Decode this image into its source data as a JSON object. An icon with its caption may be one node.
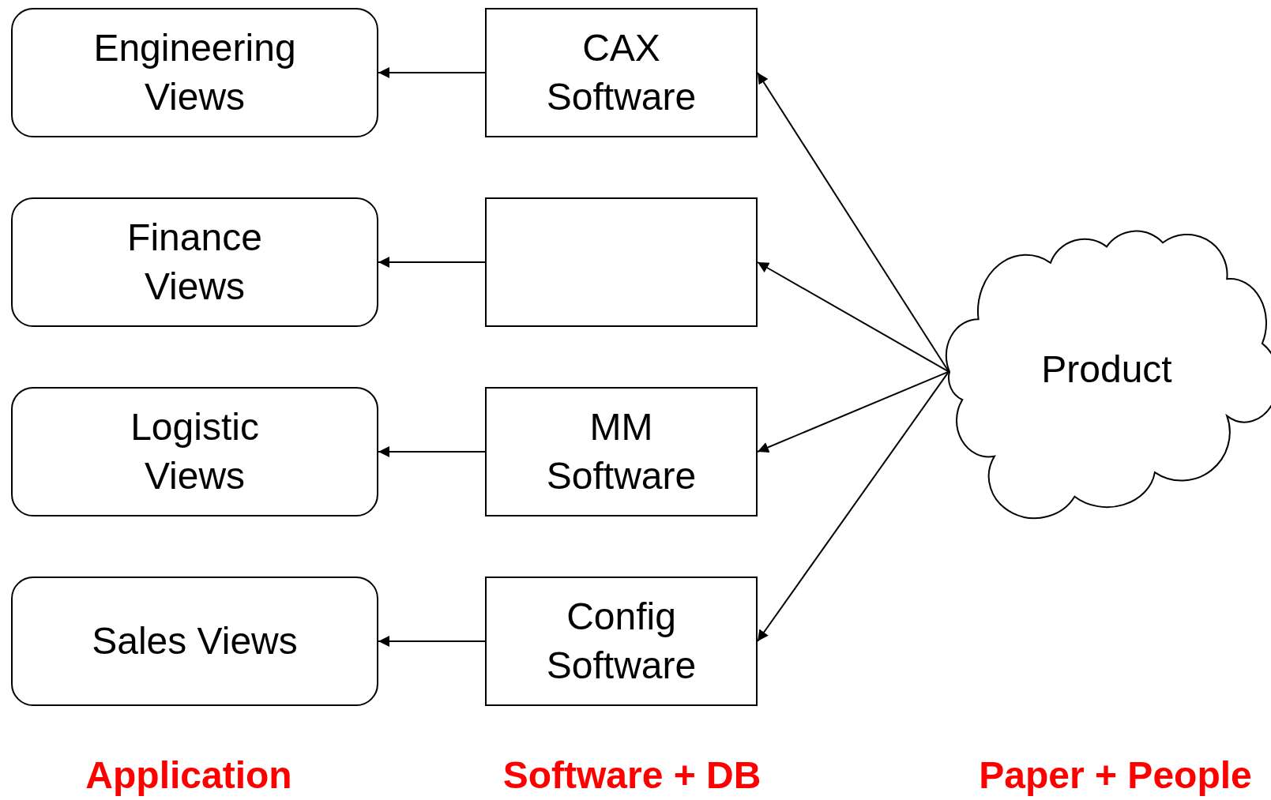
{
  "diagram": {
    "nodes": [
      {
        "text": [
          "Engineering Views"
        ]
      },
      {
        "text": [
          "CAX Software"
        ]
      },
      {
        "text": [
          "Finance Views"
        ]
      },
      {
        "text": [],
        "shape": "box"
      },
      {
        "text": [
          "Logistic Views"
        ]
      },
      {
        "text": [
          "MM Software"
        ]
      },
      {
        "text": [
          "Sales Views"
        ]
      },
      {
        "text": [
          "Config Software"
        ]
      },
      {
        "text": [
          "Product"
        ]
      }
    ],
    "edges": [
      {
        "from": 1,
        "to": 0,
        "arrow": "to"
      },
      {
        "from": 3,
        "to": 2,
        "arrow": "to"
      },
      {
        "from": 5,
        "to": 4,
        "arrow": "to"
      },
      {
        "from": 7,
        "to": 6,
        "arrow": "to"
      },
      {
        "from": 8,
        "to": 1,
        "arrow": "to"
      },
      {
        "from": 8,
        "to": 3,
        "arrow": "to"
      },
      {
        "from": 8,
        "to": 5,
        "arrow": "to"
      },
      {
        "from": 8,
        "to": 7,
        "arrow": "to"
      }
    ],
    "labels": [
      "Application",
      "Software + DB",
      "Paper + People"
    ]
  }
}
